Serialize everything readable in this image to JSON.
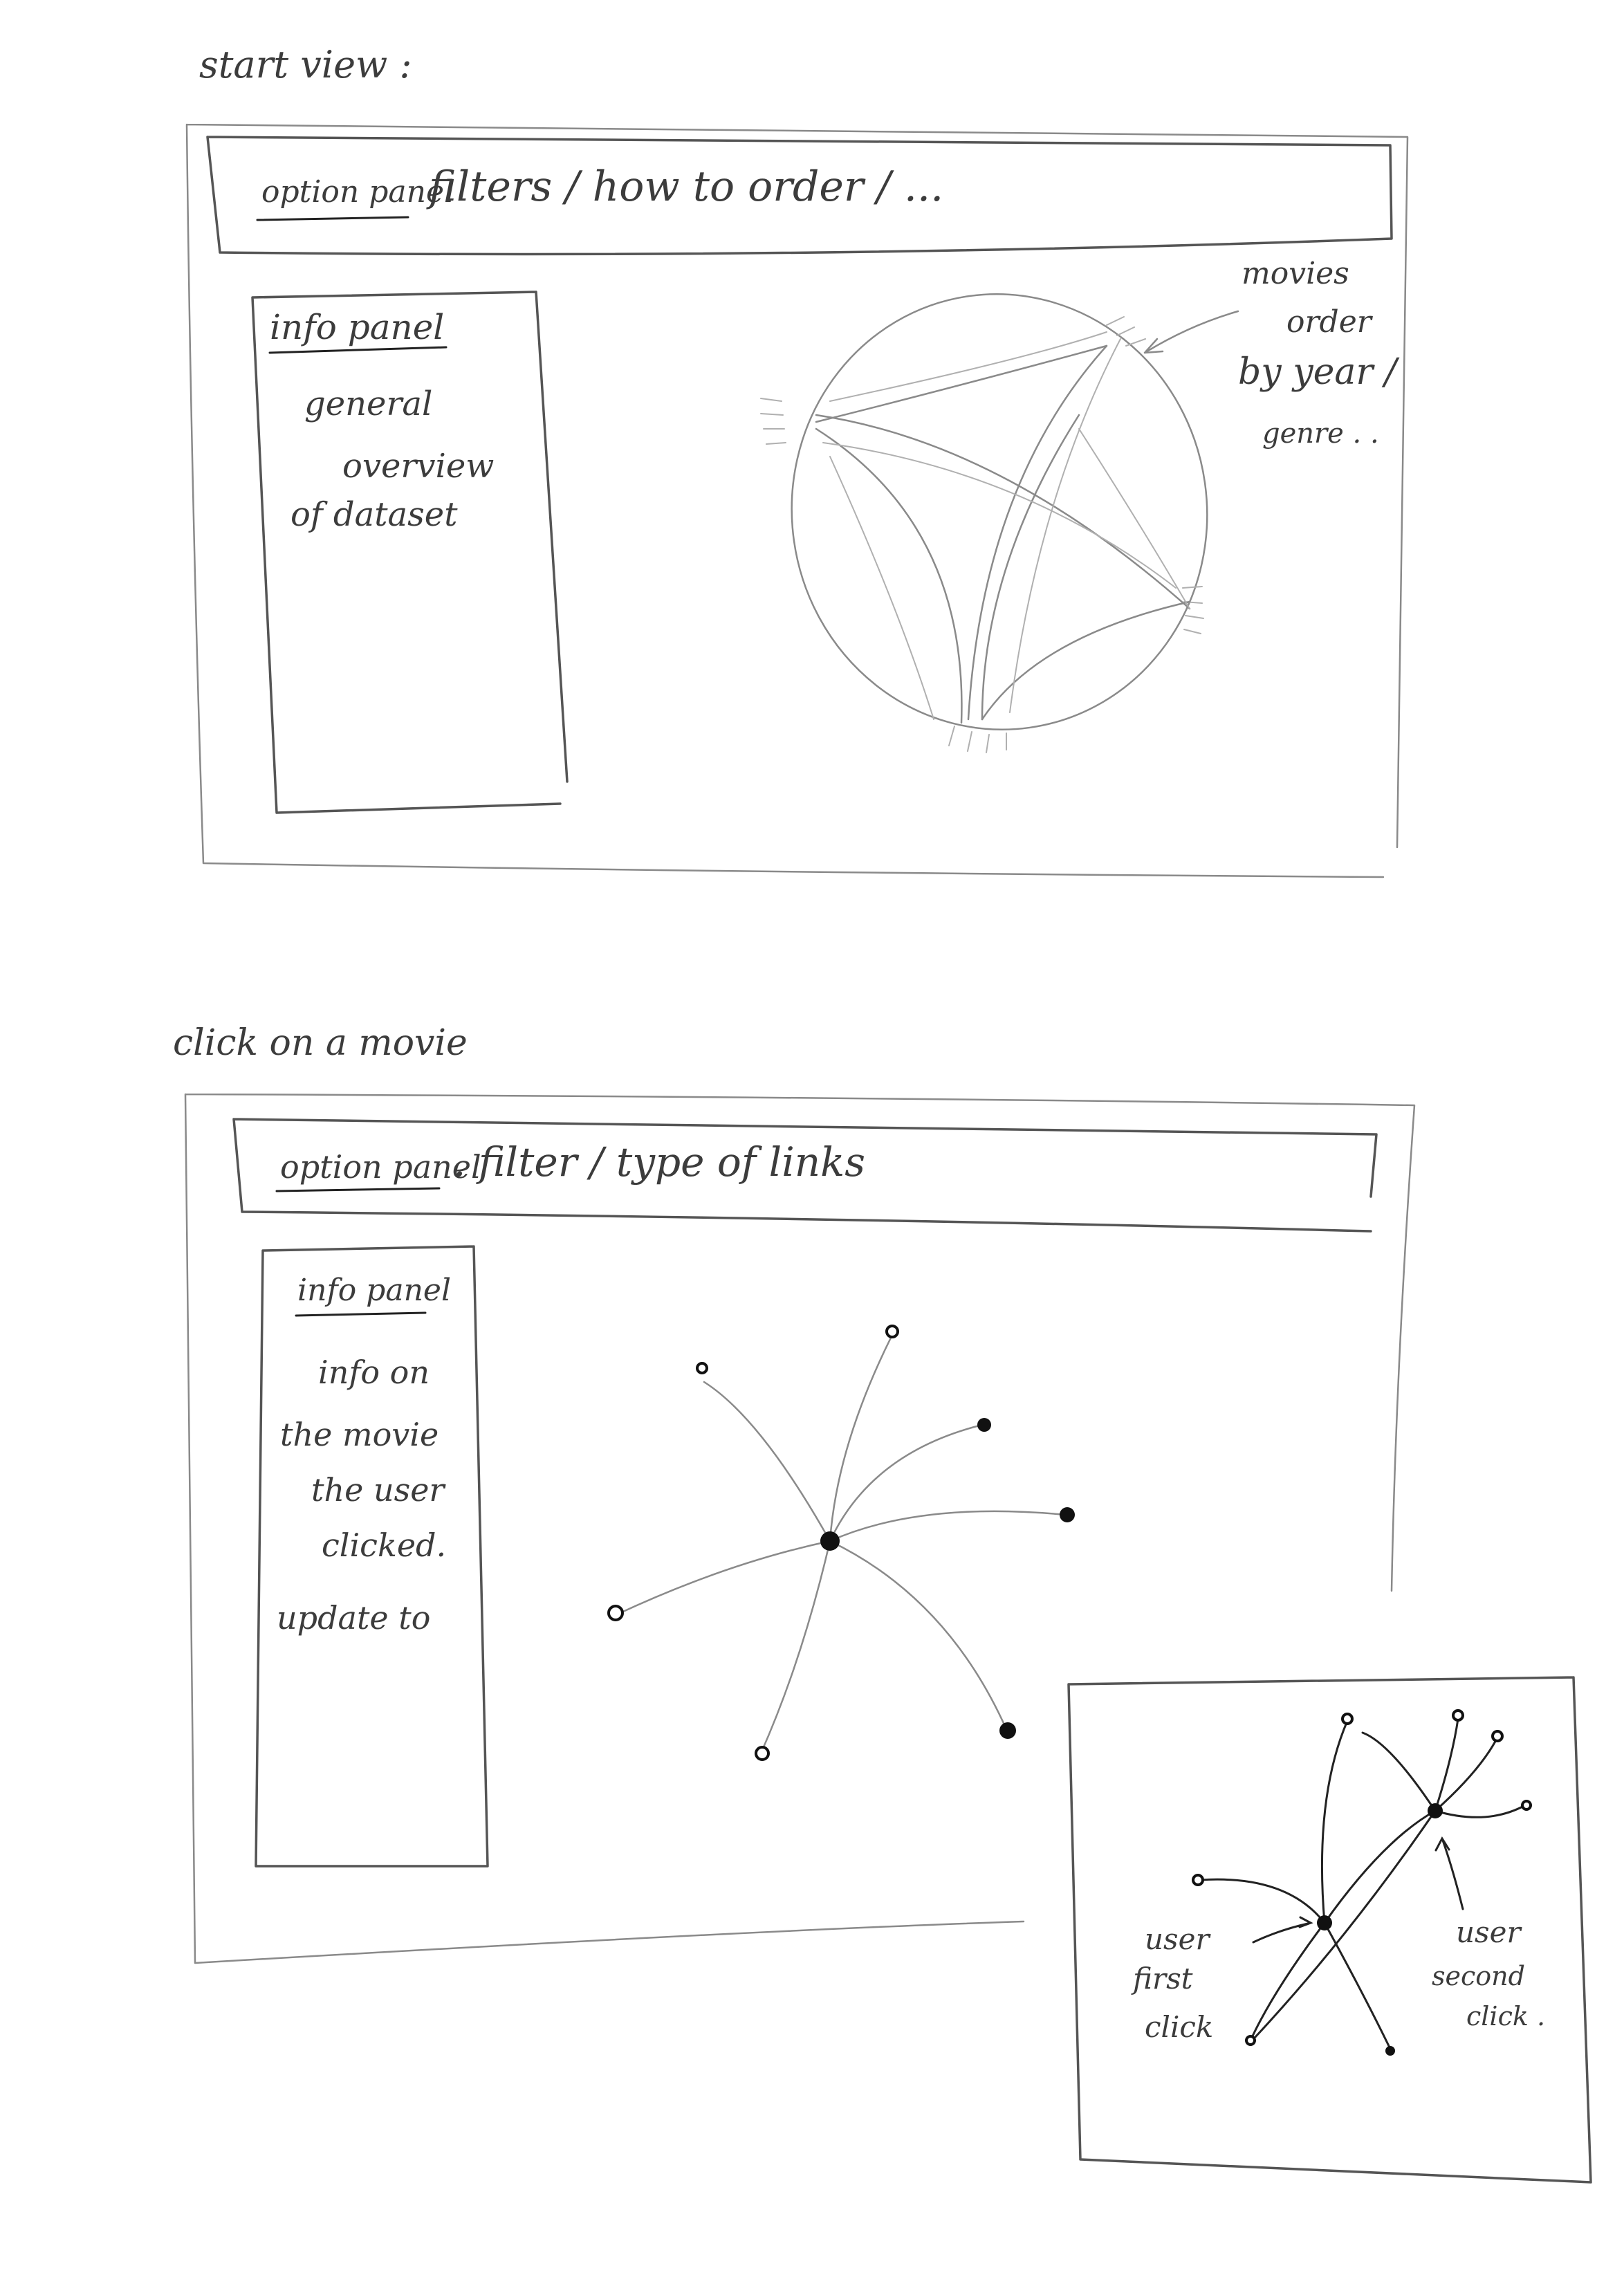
{
  "start_view": {
    "heading": "start view :",
    "option_panel": {
      "label": "option panel",
      "text": "filters / how to order / ..."
    },
    "info_panel": {
      "title": "info panel",
      "lines": [
        "general",
        "overview",
        "of dataset"
      ]
    },
    "annotation": [
      "movies",
      "order",
      "by year /",
      "genre . ."
    ]
  },
  "click_view": {
    "heading": "click on a movie",
    "option_panel": {
      "label": "option panel",
      "text": ". filter / type of links"
    },
    "info_panel": {
      "title": "info panel",
      "lines": [
        "info on",
        "the movie",
        "the user",
        "clicked.",
        "update to"
      ]
    },
    "inset": {
      "first_click": [
        "user",
        "first",
        "click"
      ],
      "second_click": [
        "user",
        "second",
        "click ."
      ]
    }
  }
}
